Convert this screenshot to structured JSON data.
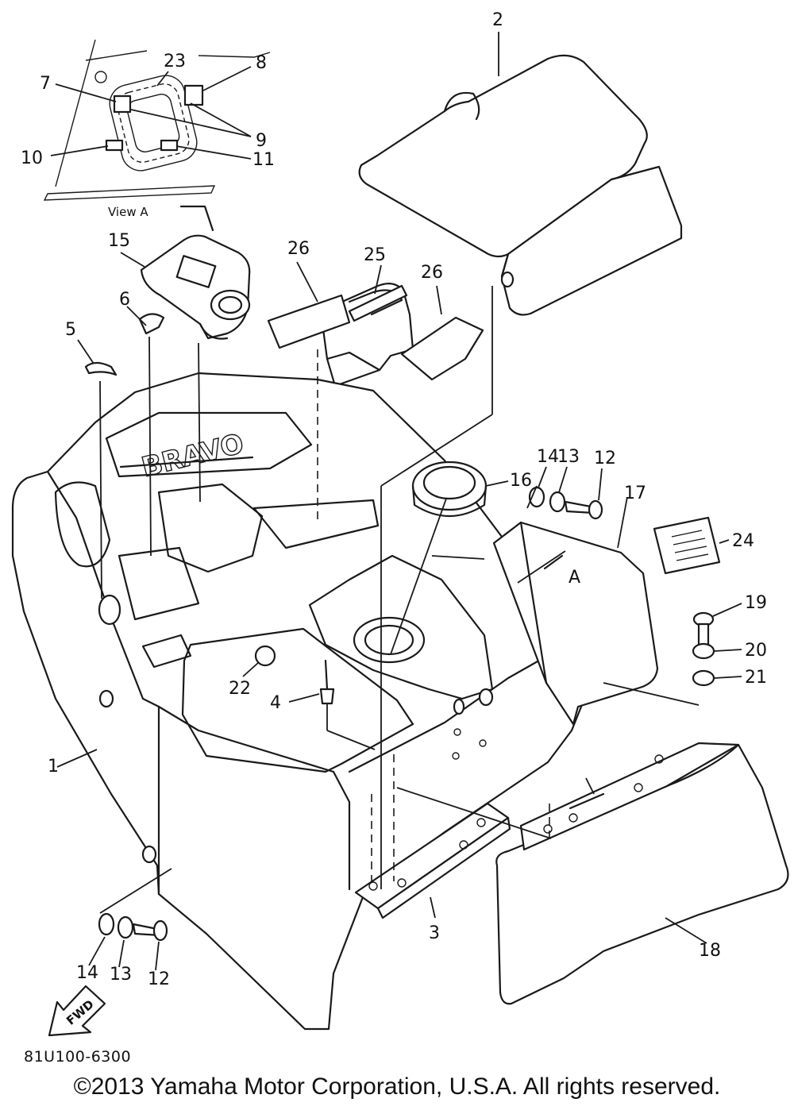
{
  "diagram": {
    "view_label": "View A",
    "view_arrow_label": "A",
    "embossed_text": "BRAVO",
    "fwd_label": "FWD",
    "code": "81U100-6300",
    "copyright": "©2013 Yamaha Motor Corporation, U.S.A. All rights reserved."
  },
  "callouts": {
    "c1": "1",
    "c2": "2",
    "c3": "3",
    "c4": "4",
    "c5": "5",
    "c6": "6",
    "c7": "7",
    "c8": "8",
    "c9": "9",
    "c10": "10",
    "c11": "11",
    "c12a": "12",
    "c12b": "12",
    "c13a": "13",
    "c13b": "13",
    "c14a": "14",
    "c14b": "14",
    "c15": "15",
    "c16": "16",
    "c17": "17",
    "c18": "18",
    "c19": "19",
    "c20": "20",
    "c21": "21",
    "c22": "22",
    "c23": "23",
    "c24": "24",
    "c25": "25",
    "c26a": "26",
    "c26b": "26"
  }
}
